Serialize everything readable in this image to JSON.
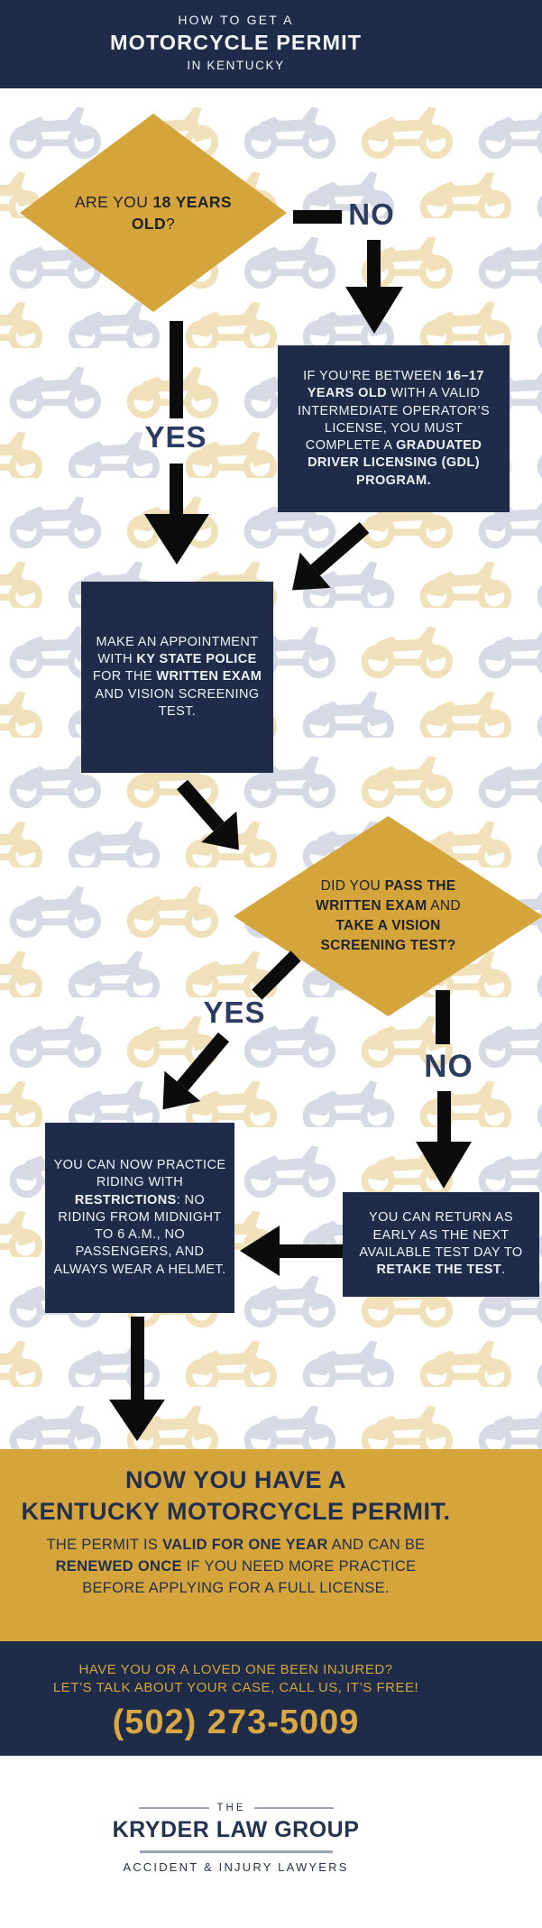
{
  "colors": {
    "navy": "#1e2c4a",
    "gold": "#d5a53b",
    "arrow_black": "#0c0c0c",
    "label_navy": "#2b3c60",
    "pattern_gray": "#ccd2de",
    "pattern_gold": "#eddaa9"
  },
  "header": {
    "eyebrow": "HOW TO GET A",
    "title": "MOTORCYCLE PERMIT",
    "subtitle": "IN KENTUCKY"
  },
  "flow": {
    "question_age": [
      {
        "t": "ARE YOU ",
        "b": false
      },
      {
        "t": "18 YEARS OLD",
        "b": true
      },
      {
        "t": "?",
        "b": false
      }
    ],
    "label_no_age": "NO",
    "label_yes_age": "YES",
    "box_gdl": [
      {
        "t": "IF YOU’RE BETWEEN ",
        "b": false
      },
      {
        "t": "16–17 YEARS OLD",
        "b": true
      },
      {
        "t": " WITH A VALID INTERMEDIATE OPERATOR’S LICENSE, YOU MUST COMPLETE A ",
        "b": false
      },
      {
        "t": "GRADUATED DRIVER LICENSING (GDL) PROGRAM.",
        "b": true
      }
    ],
    "box_appointment": [
      {
        "t": "MAKE AN APPOINTMENT WITH ",
        "b": false
      },
      {
        "t": "KY STATE POLICE",
        "b": true
      },
      {
        "t": " FOR THE ",
        "b": false
      },
      {
        "t": "WRITTEN EXAM",
        "b": true
      },
      {
        "t": " AND VISION SCREENING TEST.",
        "b": false
      }
    ],
    "question_exam": [
      {
        "t": "DID YOU ",
        "b": false
      },
      {
        "t": "PASS THE WRITTEN EXAM",
        "b": true
      },
      {
        "t": " AND ",
        "b": false
      },
      {
        "t": "TAKE A VISION SCREENING TEST?",
        "b": true
      }
    ],
    "label_yes_exam": "YES",
    "label_no_exam": "NO",
    "box_restrictions": [
      {
        "t": "YOU CAN NOW PRACTICE RIDING WITH ",
        "b": false
      },
      {
        "t": "RESTRICTIONS",
        "b": true
      },
      {
        "t": ": NO RIDING FROM MIDNIGHT TO 6 A.M., NO PASSENGERS, AND ALWAYS WEAR A HELMET.",
        "b": false
      }
    ],
    "box_retake": [
      {
        "t": "YOU CAN RETURN AS EARLY AS THE NEXT AVAILABLE TEST DAY TO ",
        "b": false
      },
      {
        "t": "RETAKE THE TEST",
        "b": true
      },
      {
        "t": ".",
        "b": false
      }
    ]
  },
  "result": {
    "title_line1": "NOW YOU HAVE A",
    "title_line2": "KENTUCKY MOTORCYCLE PERMIT.",
    "body": [
      {
        "t": "THE PERMIT IS ",
        "b": false
      },
      {
        "t": "VALID FOR ONE YEAR",
        "b": true
      },
      {
        "t": " AND CAN BE ",
        "b": false
      },
      {
        "t": "RENEWED ONCE",
        "b": true
      },
      {
        "t": " IF YOU NEED MORE PRACTICE BEFORE APPLYING FOR A FULL LICENSE.",
        "b": false
      }
    ]
  },
  "cta": {
    "line1": "HAVE YOU OR A LOVED ONE BEEN INJURED?",
    "line2": "LET’S TALK ABOUT YOUR CASE, CALL US, IT’S FREE!",
    "phone": "(502) 273-5009"
  },
  "footer": {
    "pre": "THE",
    "name": "KRYDER LAW GROUP",
    "tagline": "ACCIDENT & INJURY LAWYERS"
  }
}
